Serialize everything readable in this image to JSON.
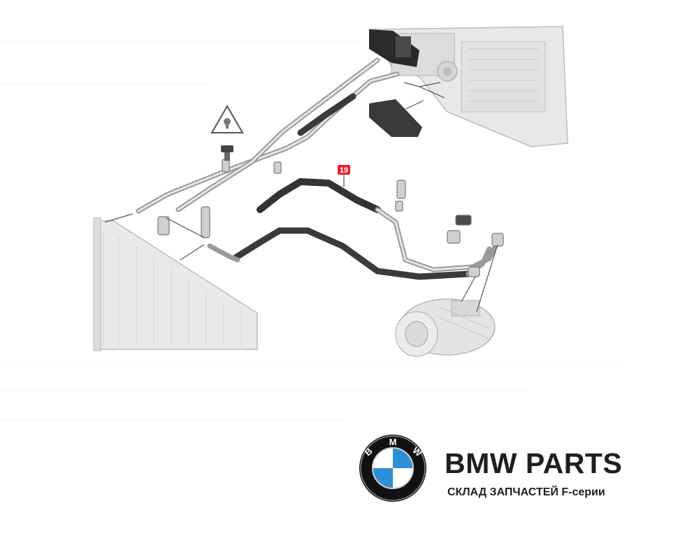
{
  "diagram": {
    "callout_number": "19",
    "callout_color": "#e8202a",
    "line_color": "#8a8a8a",
    "hose_color": "#3a3a3a",
    "part_fill": "#e6e6e6"
  },
  "brand": {
    "title": "BMW PARTS",
    "subtitle": "СКЛАД ЗАПЧАСТЕЙ F-серии",
    "logo_letters": [
      "B",
      "M",
      "W"
    ],
    "logo_blue": "#2f8fd6",
    "logo_ring": "#111111"
  }
}
